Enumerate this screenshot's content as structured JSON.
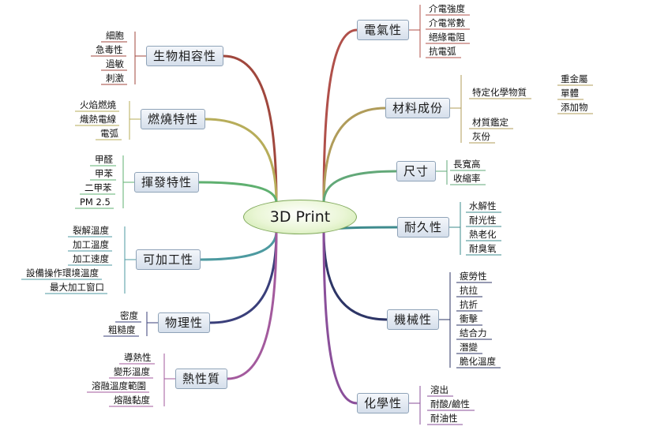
{
  "center": {
    "title": "3D Print"
  },
  "branches": [
    {
      "id": "electrical",
      "label": "電氣性",
      "color": "#b0504a",
      "leaves": [
        "介電強度",
        "介電常數",
        "絕緣電阻",
        "抗電弧"
      ]
    },
    {
      "id": "material",
      "label": "材料成份",
      "color": "#b09c5a",
      "subs": [
        {
          "label": "特定化學物質",
          "leaves": [
            "重金屬",
            "單體",
            "添加物"
          ]
        },
        {
          "label": "材質鑑定"
        },
        {
          "label": "灰份"
        }
      ]
    },
    {
      "id": "size",
      "label": "尺寸",
      "color": "#62a878",
      "leaves": [
        "長寬高",
        "收縮率"
      ]
    },
    {
      "id": "durability",
      "label": "耐久性",
      "color": "#3e8b8d",
      "leaves": [
        "水解性",
        "耐光性",
        "熱老化",
        "耐臭氧"
      ]
    },
    {
      "id": "mechanical",
      "label": "機械性",
      "color": "#2d3566",
      "leaves": [
        "疲勞性",
        "抗拉",
        "抗折",
        "衝擊",
        "結合力",
        "潛變",
        "脆化溫度"
      ]
    },
    {
      "id": "chemical",
      "label": "化學性",
      "color": "#8a4f9a",
      "leaves": [
        "溶出",
        "耐酸/鹼性",
        "耐油性"
      ]
    },
    {
      "id": "biocompat",
      "label": "生物相容性",
      "color": "#a0473d",
      "leaves": [
        "細胞",
        "急毒性",
        "過敏",
        "刺激"
      ]
    },
    {
      "id": "combustion",
      "label": "燃燒特性",
      "color": "#b7ad5a",
      "leaves": [
        "火焰燃燒",
        "熾熱電線",
        "電弧"
      ]
    },
    {
      "id": "volatile",
      "label": "揮發特性",
      "color": "#5fb070",
      "leaves": [
        "甲醛",
        "甲苯",
        "二甲苯",
        "PM 2.5"
      ]
    },
    {
      "id": "processing",
      "label": "可加工性",
      "color": "#4d9aa0",
      "leaves": [
        "裂解溫度",
        "加工溫度",
        "加工速度",
        "設備操作環境溫度",
        "最大加工窗口"
      ]
    },
    {
      "id": "physical",
      "label": "物理性",
      "color": "#3a3f7a",
      "leaves": [
        "密度",
        "粗糙度"
      ]
    },
    {
      "id": "thermal",
      "label": "熱性質",
      "color": "#a35a9d",
      "leaves": [
        "導熱性",
        "變形溫度",
        "溶融溫度範圍",
        "熔融黏度"
      ]
    }
  ]
}
